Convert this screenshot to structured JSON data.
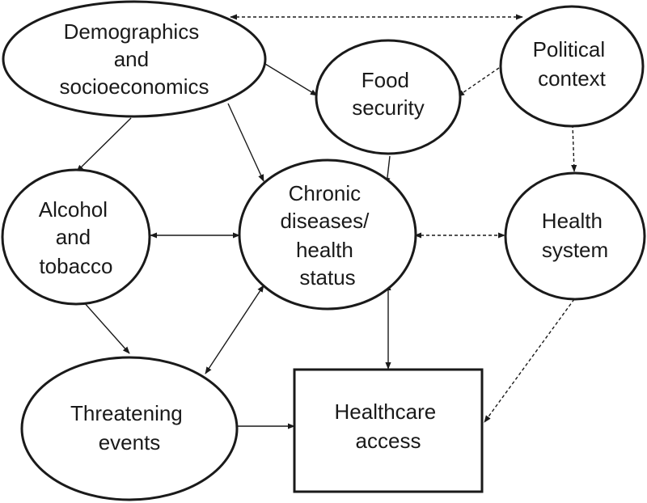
{
  "nodes": {
    "demographics": {
      "lines": [
        "Demographics",
        "and",
        "socioeconomics"
      ]
    },
    "food_security": {
      "lines": [
        "Food",
        "security"
      ]
    },
    "political_context": {
      "lines": [
        "Political",
        "context"
      ]
    },
    "alcohol_tobacco": {
      "lines": [
        "Alcohol",
        "and",
        "tobacco"
      ]
    },
    "chronic_diseases": {
      "lines": [
        "Chronic",
        "diseases/",
        "health",
        "status"
      ]
    },
    "health_system": {
      "lines": [
        "Health",
        "system"
      ]
    },
    "threatening_events": {
      "lines": [
        "Threatening",
        "events"
      ]
    },
    "healthcare_access": {
      "lines": [
        "Healthcare",
        "access"
      ]
    }
  },
  "edges": [
    {
      "from": "demographics",
      "to": "political_context",
      "style": "dashed",
      "direction": "both"
    },
    {
      "from": "demographics",
      "to": "food_security",
      "style": "solid",
      "direction": "forward"
    },
    {
      "from": "political_context",
      "to": "food_security",
      "style": "dashed",
      "direction": "forward"
    },
    {
      "from": "demographics",
      "to": "alcohol_tobacco",
      "style": "solid",
      "direction": "forward"
    },
    {
      "from": "demographics",
      "to": "chronic_diseases",
      "style": "solid",
      "direction": "forward"
    },
    {
      "from": "food_security",
      "to": "chronic_diseases",
      "style": "solid",
      "direction": "forward"
    },
    {
      "from": "political_context",
      "to": "health_system",
      "style": "dashed",
      "direction": "forward"
    },
    {
      "from": "alcohol_tobacco",
      "to": "chronic_diseases",
      "style": "solid",
      "direction": "both"
    },
    {
      "from": "chronic_diseases",
      "to": "health_system",
      "style": "dashed",
      "direction": "both"
    },
    {
      "from": "alcohol_tobacco",
      "to": "threatening_events",
      "style": "solid",
      "direction": "both"
    },
    {
      "from": "chronic_diseases",
      "to": "threatening_events",
      "style": "solid",
      "direction": "both"
    },
    {
      "from": "chronic_diseases",
      "to": "healthcare_access",
      "style": "solid",
      "direction": "both"
    },
    {
      "from": "threatening_events",
      "to": "healthcare_access",
      "style": "solid",
      "direction": "forward"
    },
    {
      "from": "health_system",
      "to": "healthcare_access",
      "style": "dashed",
      "direction": "forward"
    }
  ]
}
